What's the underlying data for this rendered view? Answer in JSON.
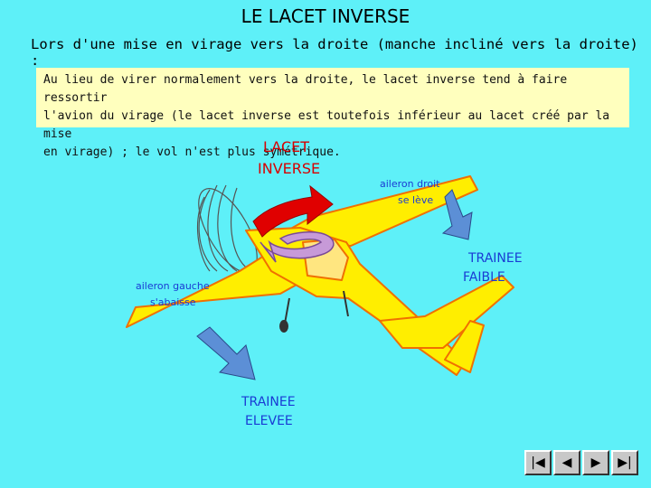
{
  "title": "LE LACET INVERSE",
  "subtitle": "Lors d'une mise en virage vers la droite (manche incliné vers la droite) :",
  "info": {
    "line1": "Au lieu de virer normalement vers la droite, le lacet inverse tend à faire ressortir",
    "line2": "l'avion du virage (le lacet inverse est toutefois inférieur au lacet créé par la mise",
    "line3": "en virage) ; le vol n'est plus symétrique."
  },
  "labels": {
    "lacet_line1": "LACET",
    "lacet_line2": "INVERSE",
    "aileron_droit_line1": "aileron droit",
    "aileron_droit_line2": "se lève",
    "aileron_gauche_line1": "aileron gauche",
    "aileron_gauche_line2": "s'abaisse",
    "trainee_faible_line1": "TRAINEE",
    "trainee_faible_line2": "FAIBLE",
    "trainee_elevee_line1": "TRAINEE",
    "trainee_elevee_line2": "ELEVEE"
  },
  "nav": {
    "first": "|◀",
    "prev": "◀",
    "next": "▶",
    "last": "▶|"
  },
  "colors": {
    "background": "#5ef0f8",
    "info_box": "#ffffbe",
    "airplane_fill": "#ffee00",
    "airplane_outline": "#f07000",
    "red_arrow": "#e00000",
    "blue_arrow": "#5c8fd6"
  }
}
